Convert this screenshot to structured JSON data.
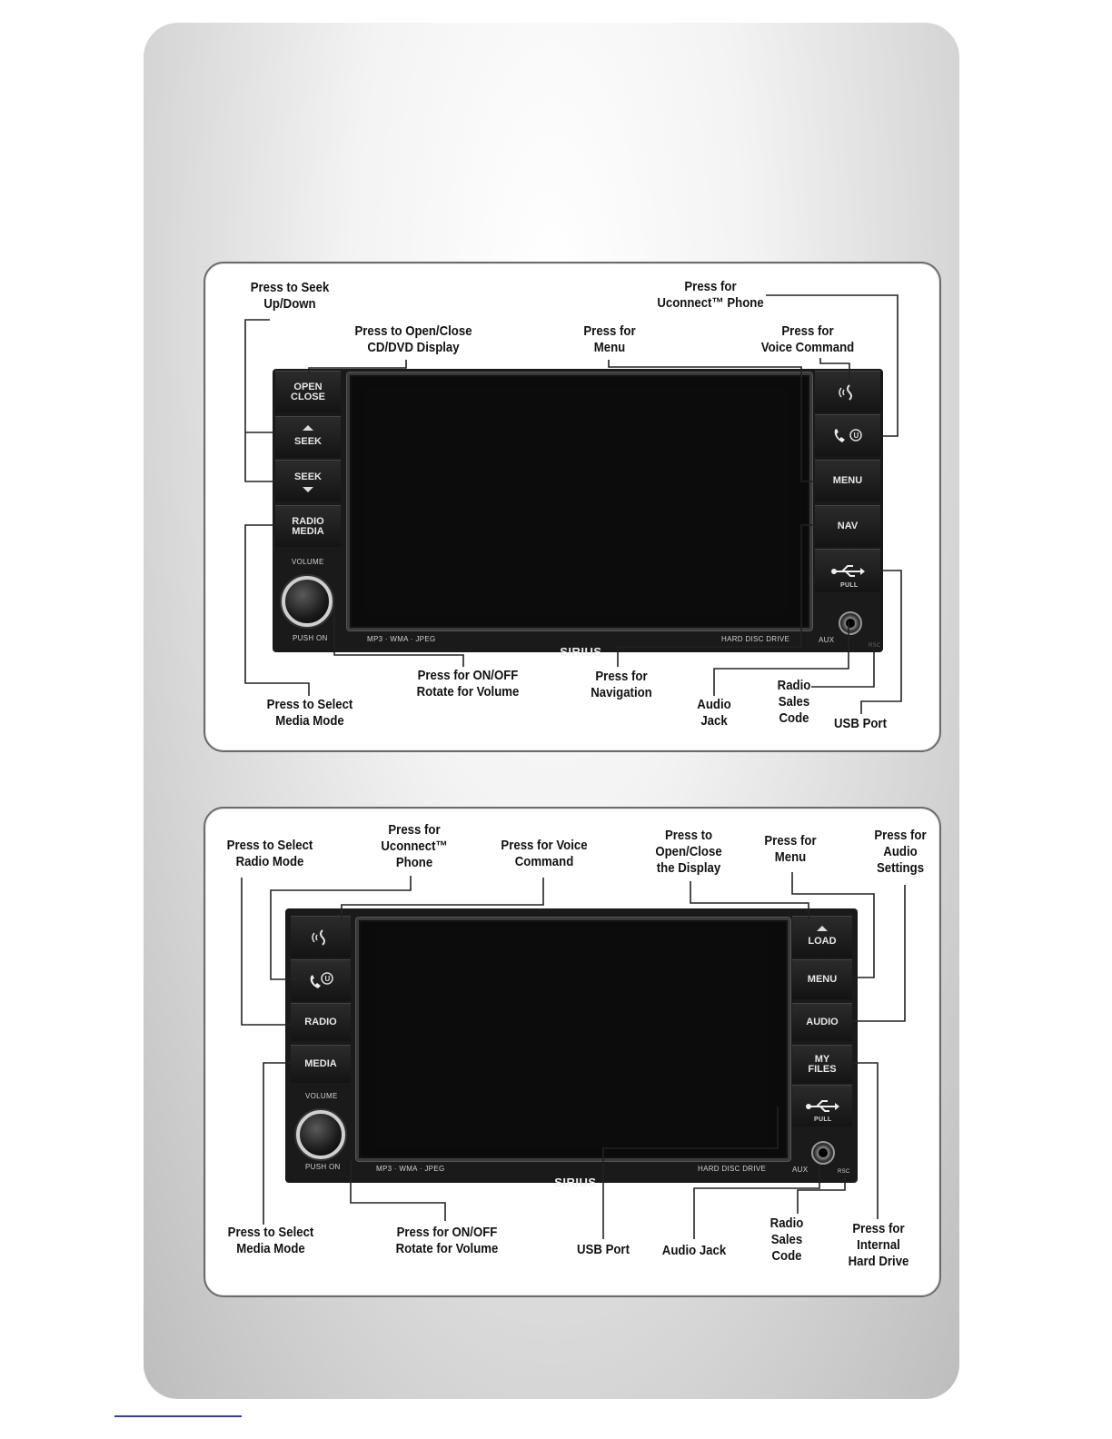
{
  "diagram1": {
    "labels": {
      "seek": "Press to Seek\nUp/Down",
      "open_close": "Press to Open/Close\nCD/DVD Display",
      "menu": "Press for\nMenu",
      "uconnect_phone": "Press for\nUconnect™ Phone",
      "voice_command": "Press for\nVoice Command",
      "select_media": "Press to Select\nMedia Mode",
      "on_off_volume": "Press for ON/OFF\nRotate for Volume",
      "navigation": "Press for\nNavigation",
      "audio_jack": "Audio\nJack",
      "radio_sales_code": "Radio\nSales\nCode",
      "usb_port": "USB Port"
    },
    "buttons": {
      "open_close": "OPEN\nCLOSE",
      "seek_up": "SEEK",
      "seek_down": "SEEK",
      "radio_media": "RADIO\nMEDIA",
      "volume": "VOLUME",
      "push_on": "PUSH ON",
      "menu": "MENU",
      "nav": "NAV",
      "pull": "PULL",
      "aux": "AUX",
      "rsc": "RSC"
    },
    "strip": {
      "formats": "MP3 · WMA · JPEG",
      "brand": "SIRIUS",
      "hdd": "HARD DISC DRIVE"
    }
  },
  "diagram2": {
    "labels": {
      "select_radio": "Press to Select\nRadio Mode",
      "uconnect_phone": "Press for\nUconnect™\nPhone",
      "voice_command": "Press for Voice\nCommand",
      "open_close_display": "Press to\nOpen/Close\nthe Display",
      "menu": "Press for\nMenu",
      "audio_settings": "Press for\nAudio\nSettings",
      "select_media": "Press to Select\nMedia Mode",
      "on_off_volume": "Press for ON/OFF\nRotate for Volume",
      "usb_port": "USB Port",
      "audio_jack": "Audio Jack",
      "radio_sales_code": "Radio\nSales\nCode",
      "internal_hdd": "Press for\nInternal\nHard Drive"
    },
    "buttons": {
      "radio": "RADIO",
      "media": "MEDIA",
      "volume": "VOLUME",
      "push_on": "PUSH ON",
      "load": "LOAD",
      "menu": "MENU",
      "audio": "AUDIO",
      "my_files": "MY\nFILES",
      "pull": "PULL",
      "aux": "AUX",
      "rsc": "RSC"
    },
    "strip": {
      "formats": "MP3 · WMA · JPEG",
      "brand": "SIRIUS",
      "hdd": "HARD DISC DRIVE"
    }
  }
}
